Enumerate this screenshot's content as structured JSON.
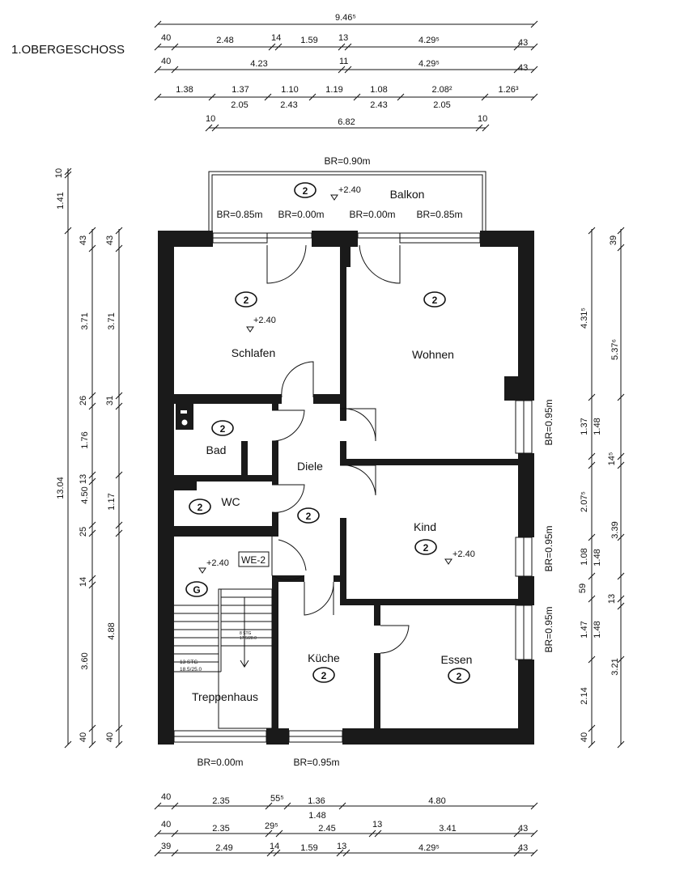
{
  "title": "1.OBERGESCHOSS",
  "rooms": {
    "schlafen": "Schlafen",
    "wohnen": "Wohnen",
    "bad": "Bad",
    "wc": "WC",
    "diele": "Diele",
    "kind": "Kind",
    "kueche": "Küche",
    "essen": "Essen",
    "treppenhaus": "Treppenhaus",
    "balkon": "Balkon"
  },
  "markers": {
    "two": "2",
    "g": "G",
    "we": "WE-2",
    "level": "+2.40"
  },
  "openings": {
    "br090": "BR=0.90m",
    "br085": "BR=0.85m",
    "br000": "BR=0.00m",
    "br095": "BR=0.95m"
  },
  "stairs": {
    "upper_a": "8 STG",
    "upper_b": "17.5/28.0",
    "lower_a": "13 STG",
    "lower_b": "18.5/25.0"
  },
  "dims_top": {
    "r1": "9.46⁵",
    "r2": [
      "40",
      "2.48",
      "14",
      "1.59",
      "13",
      "4.29⁵",
      "43"
    ],
    "r3": [
      "40",
      "4.23",
      "11",
      "4.29⁵",
      "43"
    ],
    "r4": [
      "1.38",
      "1.37",
      "1.10",
      "1.19",
      "1.08",
      "2.08²",
      "1.26³"
    ],
    "r4b": [
      "2.05",
      "2.43",
      "2.43",
      "2.05"
    ],
    "r5": [
      "10",
      "6.82",
      "10"
    ]
  },
  "dims_bottom": {
    "r1": [
      "40",
      "2.35",
      "55⁵",
      "1.36",
      "4.80"
    ],
    "r1b": "1.48",
    "r2": [
      "40",
      "2.35",
      "29⁵",
      "2.45",
      "13",
      "3.41",
      "43"
    ],
    "r3": [
      "39",
      "2.49",
      "14",
      "1.59",
      "13",
      "4.29⁵",
      "43"
    ]
  },
  "dims_left": {
    "c1": [
      "10",
      "1.41",
      "13.04"
    ],
    "c2": [
      "43",
      "3.71",
      "26",
      "1.76",
      "13",
      "4.50",
      "25",
      "14",
      "3.60",
      "40"
    ],
    "c3": [
      "43",
      "3.71",
      "31",
      "1.17",
      "4.88",
      "40"
    ]
  },
  "dims_right": {
    "c1": [
      "4.31⁵",
      "1.37",
      "2.07⁵",
      "1.08",
      "59",
      "1.47",
      "2.14",
      "40"
    ],
    "c2": [
      "39",
      "5.37⁶",
      "1.48",
      "14⁵",
      "3.39",
      "1.48",
      "13",
      "1.48",
      "3.21"
    ]
  }
}
